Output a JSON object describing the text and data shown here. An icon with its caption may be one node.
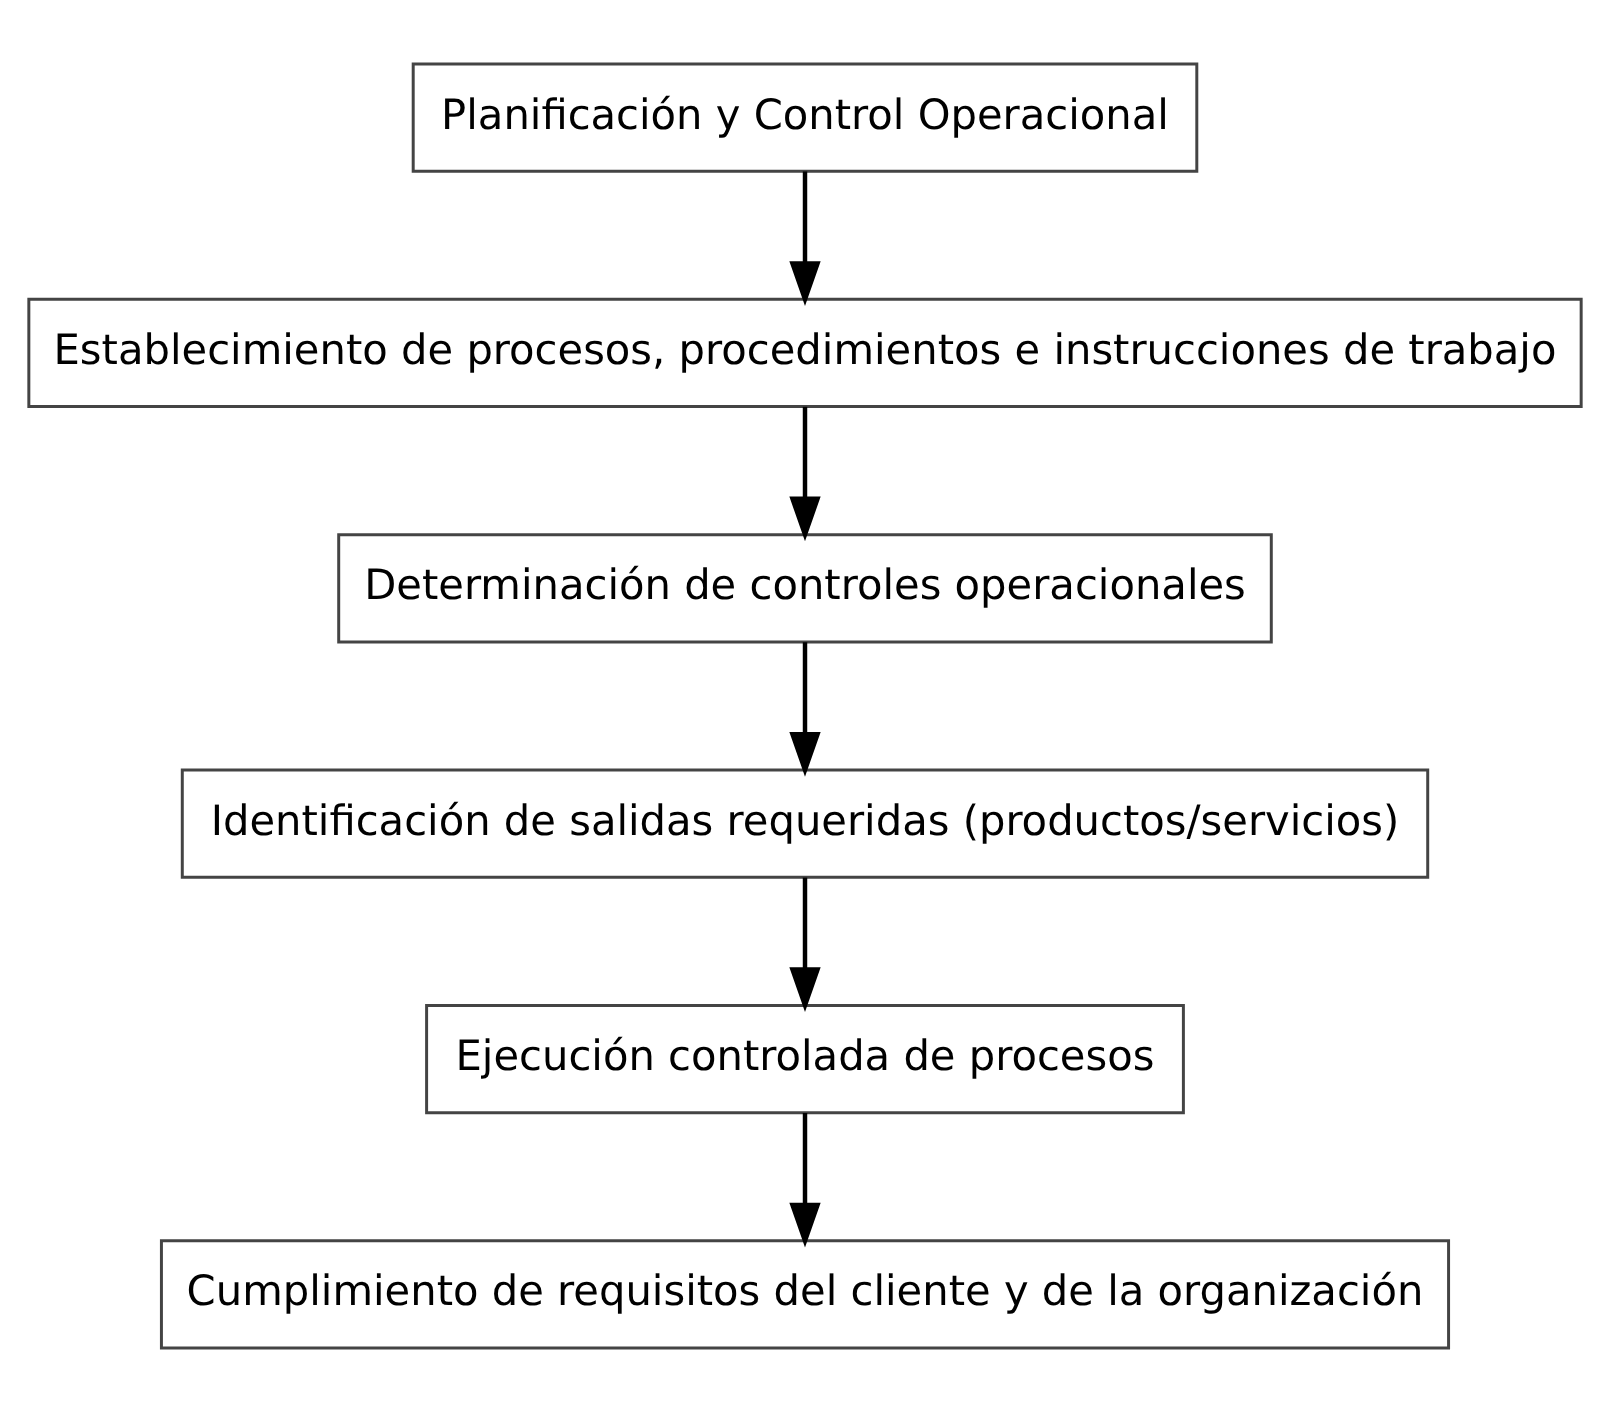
{
  "diagram": {
    "nodes": [
      {
        "text": [
          "Planificación y Control Operacional"
        ]
      },
      {
        "text": [
          "Establecimiento de procesos, procedimientos e instrucciones de trabajo"
        ]
      },
      {
        "text": [
          "Determinación de controles operacionales"
        ]
      },
      {
        "text": [
          "Identificación de salidas requeridas (productos/servicios)"
        ]
      },
      {
        "text": [
          "Ejecución controlada de procesos"
        ]
      },
      {
        "text": [
          "Cumplimiento de requisitos del cliente y de la organización"
        ]
      }
    ],
    "edges": [
      {
        "from": 0,
        "to": 1,
        "arrow": "to"
      },
      {
        "from": 1,
        "to": 2,
        "arrow": "to"
      },
      {
        "from": 2,
        "to": 3,
        "arrow": "to"
      },
      {
        "from": 3,
        "to": 4,
        "arrow": "to"
      },
      {
        "from": 4,
        "to": 5,
        "arrow": "to"
      }
    ]
  }
}
